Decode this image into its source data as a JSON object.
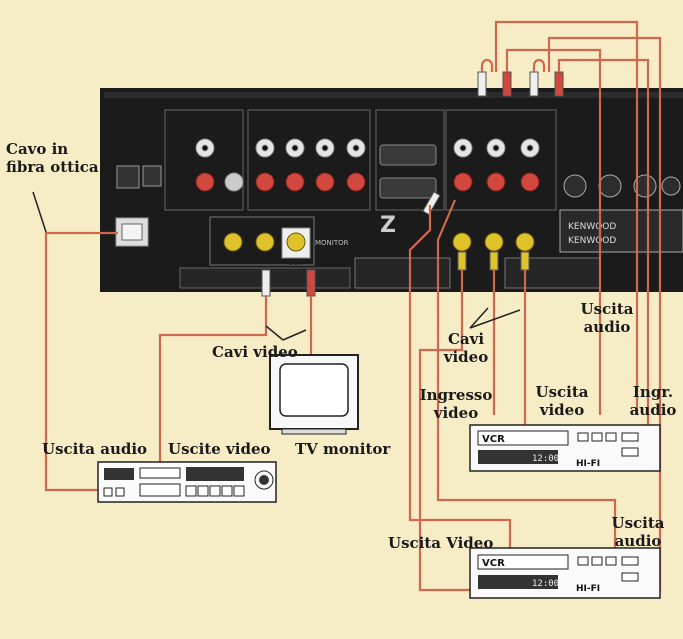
{
  "labels": {
    "fiber_cable": [
      "Cavo in",
      "fibra ottica"
    ],
    "video_cables_left": "Cavi video",
    "video_cables_right": [
      "Cavi",
      "video"
    ],
    "audio_out_right": [
      "Uscita",
      "audio"
    ],
    "video_in": [
      "Ingresso",
      "video"
    ],
    "video_out_right": [
      "Uscita",
      "video"
    ],
    "audio_in": [
      "Ingr.",
      "audio"
    ],
    "audio_out_left": "Uscita audio",
    "video_outs_left": "Uscite video",
    "tv_monitor": "TV monitor",
    "video_out_bottom": "Uscita Video",
    "audio_out_bottom": [
      "Uscita",
      "audio"
    ]
  },
  "devices": {
    "vcr_label": "VCR",
    "vcr_clock": "12:00",
    "vcr_hifi": "HI-FI",
    "receiver_logo": "KENWOOD",
    "monitor_jack": "MONITOR",
    "out_jack": "OUT"
  },
  "colors": {
    "background": "#f6ecc6",
    "cable": "#d0684e",
    "panel": "#1b1b1b"
  }
}
